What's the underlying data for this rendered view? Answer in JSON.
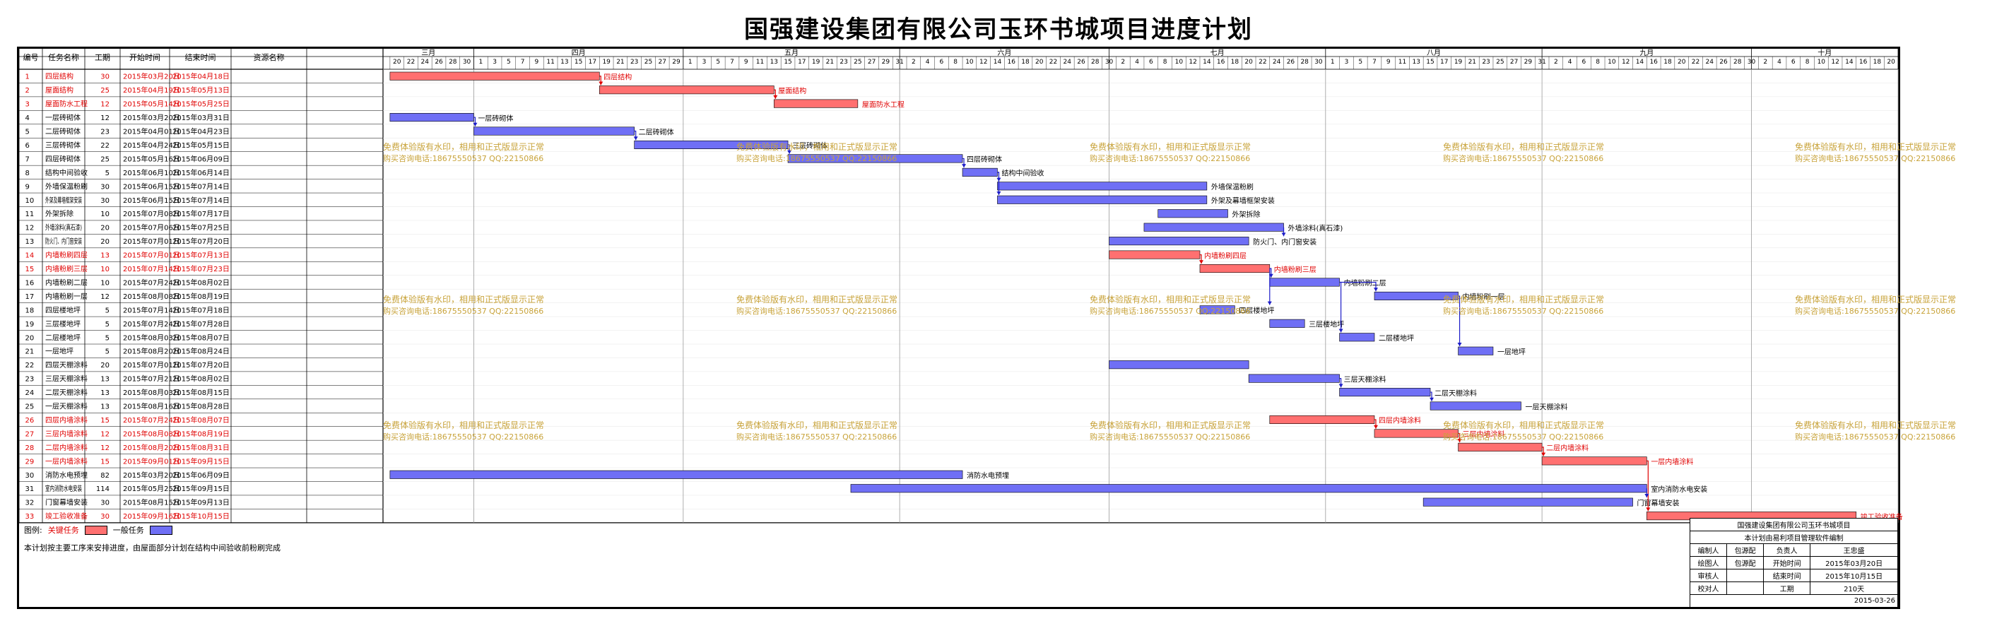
{
  "page_title": "国强建设集团有限公司玉环书城项目进度计划",
  "watermark": {
    "line1": "免费体验版有水印，相用和正式版显示正常",
    "line2": "购买咨询电话:18675550537 QQ:22150866"
  },
  "colors": {
    "critical": "#ff7070",
    "normal": "#6f6ff5",
    "critical_text": "#e00000",
    "link": "#1c1cc8",
    "critical_link": "#e00000",
    "watermark": "#c8a33a"
  },
  "headers": {
    "id": "编号",
    "name": "任务名称",
    "duration": "工期",
    "start": "开始时间",
    "end": "结束时间",
    "resource": "资源名称"
  },
  "timeline": {
    "months": [
      {
        "label": "三月",
        "days": [
          "20",
          "22",
          "24",
          "26",
          "28",
          "30"
        ]
      },
      {
        "label": "四月",
        "days": [
          "1",
          "3",
          "5",
          "7",
          "9",
          "11",
          "13",
          "15",
          "17",
          "19",
          "21",
          "23",
          "25",
          "27",
          "29"
        ]
      },
      {
        "label": "五月",
        "days": [
          "1",
          "3",
          "5",
          "7",
          "9",
          "11",
          "13",
          "15",
          "17",
          "19",
          "21",
          "23",
          "25",
          "27",
          "29",
          "31"
        ]
      },
      {
        "label": "六月",
        "days": [
          "2",
          "4",
          "6",
          "8",
          "10",
          "12",
          "14",
          "16",
          "18",
          "20",
          "22",
          "24",
          "26",
          "28",
          "30"
        ]
      },
      {
        "label": "七月",
        "days": [
          "2",
          "4",
          "6",
          "8",
          "10",
          "12",
          "14",
          "16",
          "18",
          "20",
          "22",
          "24",
          "26",
          "28",
          "30"
        ]
      },
      {
        "label": "八月",
        "days": [
          "1",
          "3",
          "5",
          "7",
          "9",
          "11",
          "13",
          "15",
          "17",
          "19",
          "21",
          "23",
          "25",
          "27",
          "29",
          "31"
        ]
      },
      {
        "label": "九月",
        "days": [
          "2",
          "4",
          "6",
          "8",
          "10",
          "12",
          "14",
          "16",
          "18",
          "20",
          "22",
          "24",
          "26",
          "28",
          "30"
        ]
      },
      {
        "label": "十月",
        "days": [
          "2",
          "4",
          "6",
          "8",
          "10",
          "12",
          "14",
          "16",
          "18",
          "20"
        ]
      }
    ]
  },
  "chart_data": {
    "type": "gantt",
    "title": "国强建设集团有限公司玉环书城项目进度计划",
    "x_range": [
      "2015-03-19",
      "2015-10-22"
    ],
    "tasks": [
      {
        "id": "1",
        "name": "四层结构",
        "duration": "30",
        "start": "2015年03月20日",
        "end": "2015年04月18日",
        "critical": true,
        "bar_label": "四层结构"
      },
      {
        "id": "2",
        "name": "屋面结构",
        "duration": "25",
        "start": "2015年04月19日",
        "end": "2015年05月13日",
        "critical": true,
        "bar_label": "屋面结构"
      },
      {
        "id": "3",
        "name": "屋面防水工程",
        "duration": "12",
        "start": "2015年05月14日",
        "end": "2015年05月25日",
        "critical": true,
        "bar_label": "屋面防水工程"
      },
      {
        "id": "4",
        "name": "一层砖砌体",
        "duration": "12",
        "start": "2015年03月20日",
        "end": "2015年03月31日",
        "critical": false,
        "bar_label": "一层砖砌体"
      },
      {
        "id": "5",
        "name": "二层砖砌体",
        "duration": "23",
        "start": "2015年04月01日",
        "end": "2015年04月23日",
        "critical": false,
        "bar_label": "二层砖砌体"
      },
      {
        "id": "6",
        "name": "三层砖砌体",
        "duration": "22",
        "start": "2015年04月24日",
        "end": "2015年05月15日",
        "critical": false,
        "bar_label": "三层砖砌体"
      },
      {
        "id": "7",
        "name": "四层砖砌体",
        "duration": "25",
        "start": "2015年05月16日",
        "end": "2015年06月09日",
        "critical": false,
        "bar_label": "四层砖砌体"
      },
      {
        "id": "8",
        "name": "结构中间验收",
        "duration": "5",
        "start": "2015年06月10日",
        "end": "2015年06月14日",
        "critical": false,
        "bar_label": "结构中间验收"
      },
      {
        "id": "9",
        "name": "外墙保温粉刷",
        "duration": "30",
        "start": "2015年06月15日",
        "end": "2015年07月14日",
        "critical": false,
        "bar_label": "外墙保温粉刷"
      },
      {
        "id": "10",
        "name": "外架及幕墙框架安装",
        "duration": "30",
        "start": "2015年06月15日",
        "end": "2015年07月14日",
        "critical": false,
        "bar_label": "外架及幕墙框架安装"
      },
      {
        "id": "11",
        "name": "外架拆除",
        "duration": "10",
        "start": "2015年07月08日",
        "end": "2015年07月17日",
        "critical": false,
        "bar_label": "外架拆除"
      },
      {
        "id": "12",
        "name": "外墙涂料(真石漆)",
        "duration": "20",
        "start": "2015年07月06日",
        "end": "2015年07月25日",
        "critical": false,
        "bar_label": "外墙涂料(真石漆)"
      },
      {
        "id": "13",
        "name": "防火门、内门窗安装",
        "duration": "20",
        "start": "2015年07月01日",
        "end": "2015年07月20日",
        "critical": false,
        "bar_label": "防火门、内门窗安装"
      },
      {
        "id": "14",
        "name": "内墙粉刷四层",
        "duration": "13",
        "start": "2015年07月01日",
        "end": "2015年07月13日",
        "critical": true,
        "bar_label": "内墙粉刷四层"
      },
      {
        "id": "15",
        "name": "内墙粉刷三层",
        "duration": "10",
        "start": "2015年07月14日",
        "end": "2015年07月23日",
        "critical": true,
        "bar_label": "内墙粉刷三层"
      },
      {
        "id": "16",
        "name": "内墙粉刷二层",
        "duration": "10",
        "start": "2015年07月24日",
        "end": "2015年08月02日",
        "critical": false,
        "bar_label": "内墙粉刷二层"
      },
      {
        "id": "17",
        "name": "内墙粉刷一层",
        "duration": "12",
        "start": "2015年08月08日",
        "end": "2015年08月19日",
        "critical": false,
        "bar_label": "内墙粉刷一层"
      },
      {
        "id": "18",
        "name": "四层楼地坪",
        "duration": "5",
        "start": "2015年07月14日",
        "end": "2015年07月18日",
        "critical": false,
        "bar_label": "四层楼地坪"
      },
      {
        "id": "19",
        "name": "三层楼地坪",
        "duration": "5",
        "start": "2015年07月24日",
        "end": "2015年07月28日",
        "critical": false,
        "bar_label": "三层楼地坪"
      },
      {
        "id": "20",
        "name": "二层楼地坪",
        "duration": "5",
        "start": "2015年08月03日",
        "end": "2015年08月07日",
        "critical": false,
        "bar_label": "二层楼地坪"
      },
      {
        "id": "21",
        "name": "一层地坪",
        "duration": "5",
        "start": "2015年08月20日",
        "end": "2015年08月24日",
        "critical": false,
        "bar_label": "一层地坪"
      },
      {
        "id": "22",
        "name": "四层天棚涂料",
        "duration": "20",
        "start": "2015年07月01日",
        "end": "2015年07月20日",
        "critical": false,
        "bar_label": ""
      },
      {
        "id": "23",
        "name": "三层天棚涂料",
        "duration": "13",
        "start": "2015年07月21日",
        "end": "2015年08月02日",
        "critical": false,
        "bar_label": "三层天棚涂料"
      },
      {
        "id": "24",
        "name": "二层天棚涂料",
        "duration": "13",
        "start": "2015年08月03日",
        "end": "2015年08月15日",
        "critical": false,
        "bar_label": "二层天棚涂料"
      },
      {
        "id": "25",
        "name": "一层天棚涂料",
        "duration": "13",
        "start": "2015年08月16日",
        "end": "2015年08月28日",
        "critical": false,
        "bar_label": "一层天棚涂料"
      },
      {
        "id": "26",
        "name": "四层内墙涂料",
        "duration": "15",
        "start": "2015年07月24日",
        "end": "2015年08月07日",
        "critical": true,
        "bar_label": "四层内墙涂料"
      },
      {
        "id": "27",
        "name": "三层内墙涂料",
        "duration": "12",
        "start": "2015年08月08日",
        "end": "2015年08月19日",
        "critical": true,
        "bar_label": "三层内墙涂料"
      },
      {
        "id": "28",
        "name": "二层内墙涂料",
        "duration": "12",
        "start": "2015年08月20日",
        "end": "2015年08月31日",
        "critical": true,
        "bar_label": "二层内墙涂料"
      },
      {
        "id": "29",
        "name": "一层内墙涂料",
        "duration": "15",
        "start": "2015年09月01日",
        "end": "2015年09月15日",
        "critical": true,
        "bar_label": "一层内墙涂料"
      },
      {
        "id": "30",
        "name": "消防水电预埋",
        "duration": "82",
        "start": "2015年03月20日",
        "end": "2015年06月09日",
        "critical": false,
        "bar_label": "消防水电预埋"
      },
      {
        "id": "31",
        "name": "室内消防水电安装",
        "duration": "114",
        "start": "2015年05月25日",
        "end": "2015年09月15日",
        "critical": false,
        "bar_label": "室内消防水电安装"
      },
      {
        "id": "32",
        "name": "门窗幕墙安装",
        "duration": "30",
        "start": "2015年08月15日",
        "end": "2015年09月13日",
        "critical": false,
        "bar_label": "门窗幕墙安装"
      },
      {
        "id": "33",
        "name": "竣工验收准备",
        "duration": "30",
        "start": "2015年09月16日",
        "end": "2015年10月15日",
        "critical": true,
        "bar_label": "竣工验收准备"
      }
    ],
    "links": [
      [
        1,
        2
      ],
      [
        2,
        3
      ],
      [
        4,
        5
      ],
      [
        5,
        6
      ],
      [
        6,
        7
      ],
      [
        7,
        8
      ],
      [
        8,
        9
      ],
      [
        8,
        10
      ],
      [
        12,
        13
      ],
      [
        14,
        15
      ],
      [
        15,
        16
      ],
      [
        16,
        17
      ],
      [
        15,
        18
      ],
      [
        16,
        20
      ],
      [
        17,
        21
      ],
      [
        23,
        24
      ],
      [
        24,
        25
      ],
      [
        26,
        27
      ],
      [
        27,
        28
      ],
      [
        28,
        29
      ],
      [
        29,
        33
      ],
      [
        31,
        32
      ]
    ]
  },
  "legend": {
    "label": "图例:",
    "critical_label": "关键任务",
    "normal_label": "一般任务"
  },
  "note": "本计划按主要工序来安排进度，由屋面部分计划在结构中间验收前粉刷完成",
  "info_table": {
    "title": "国强建设集团有限公司玉环书城项目",
    "subtitle": "本计划由易利项目管理软件编制",
    "rows": [
      [
        "编制人",
        "包源配",
        "负责人",
        "王忠盛"
      ],
      [
        "绘图人",
        "包源配",
        "开始时间",
        "2015年03月20日"
      ],
      [
        "审核人",
        "",
        "结束时间",
        "2015年10月15日"
      ],
      [
        "校对人",
        "",
        "工期",
        "210天"
      ]
    ],
    "date": "2015-03-26"
  }
}
